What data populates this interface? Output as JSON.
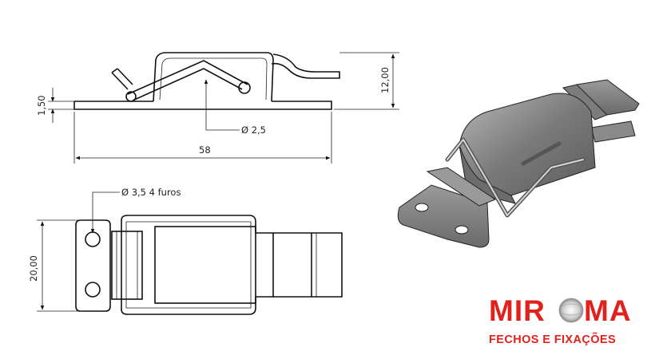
{
  "dimensions": {
    "thickness": "1,50",
    "height": "12,00",
    "pin_diameter": "Ø 2,5",
    "length": "58",
    "holes": "Ø 3,5  4 furos",
    "width": "20,00"
  },
  "logo": {
    "brand_left": "MIR",
    "brand_right": "MA",
    "tagline": "FECHOS E FIXAÇÕES",
    "color": "#e1221c"
  }
}
